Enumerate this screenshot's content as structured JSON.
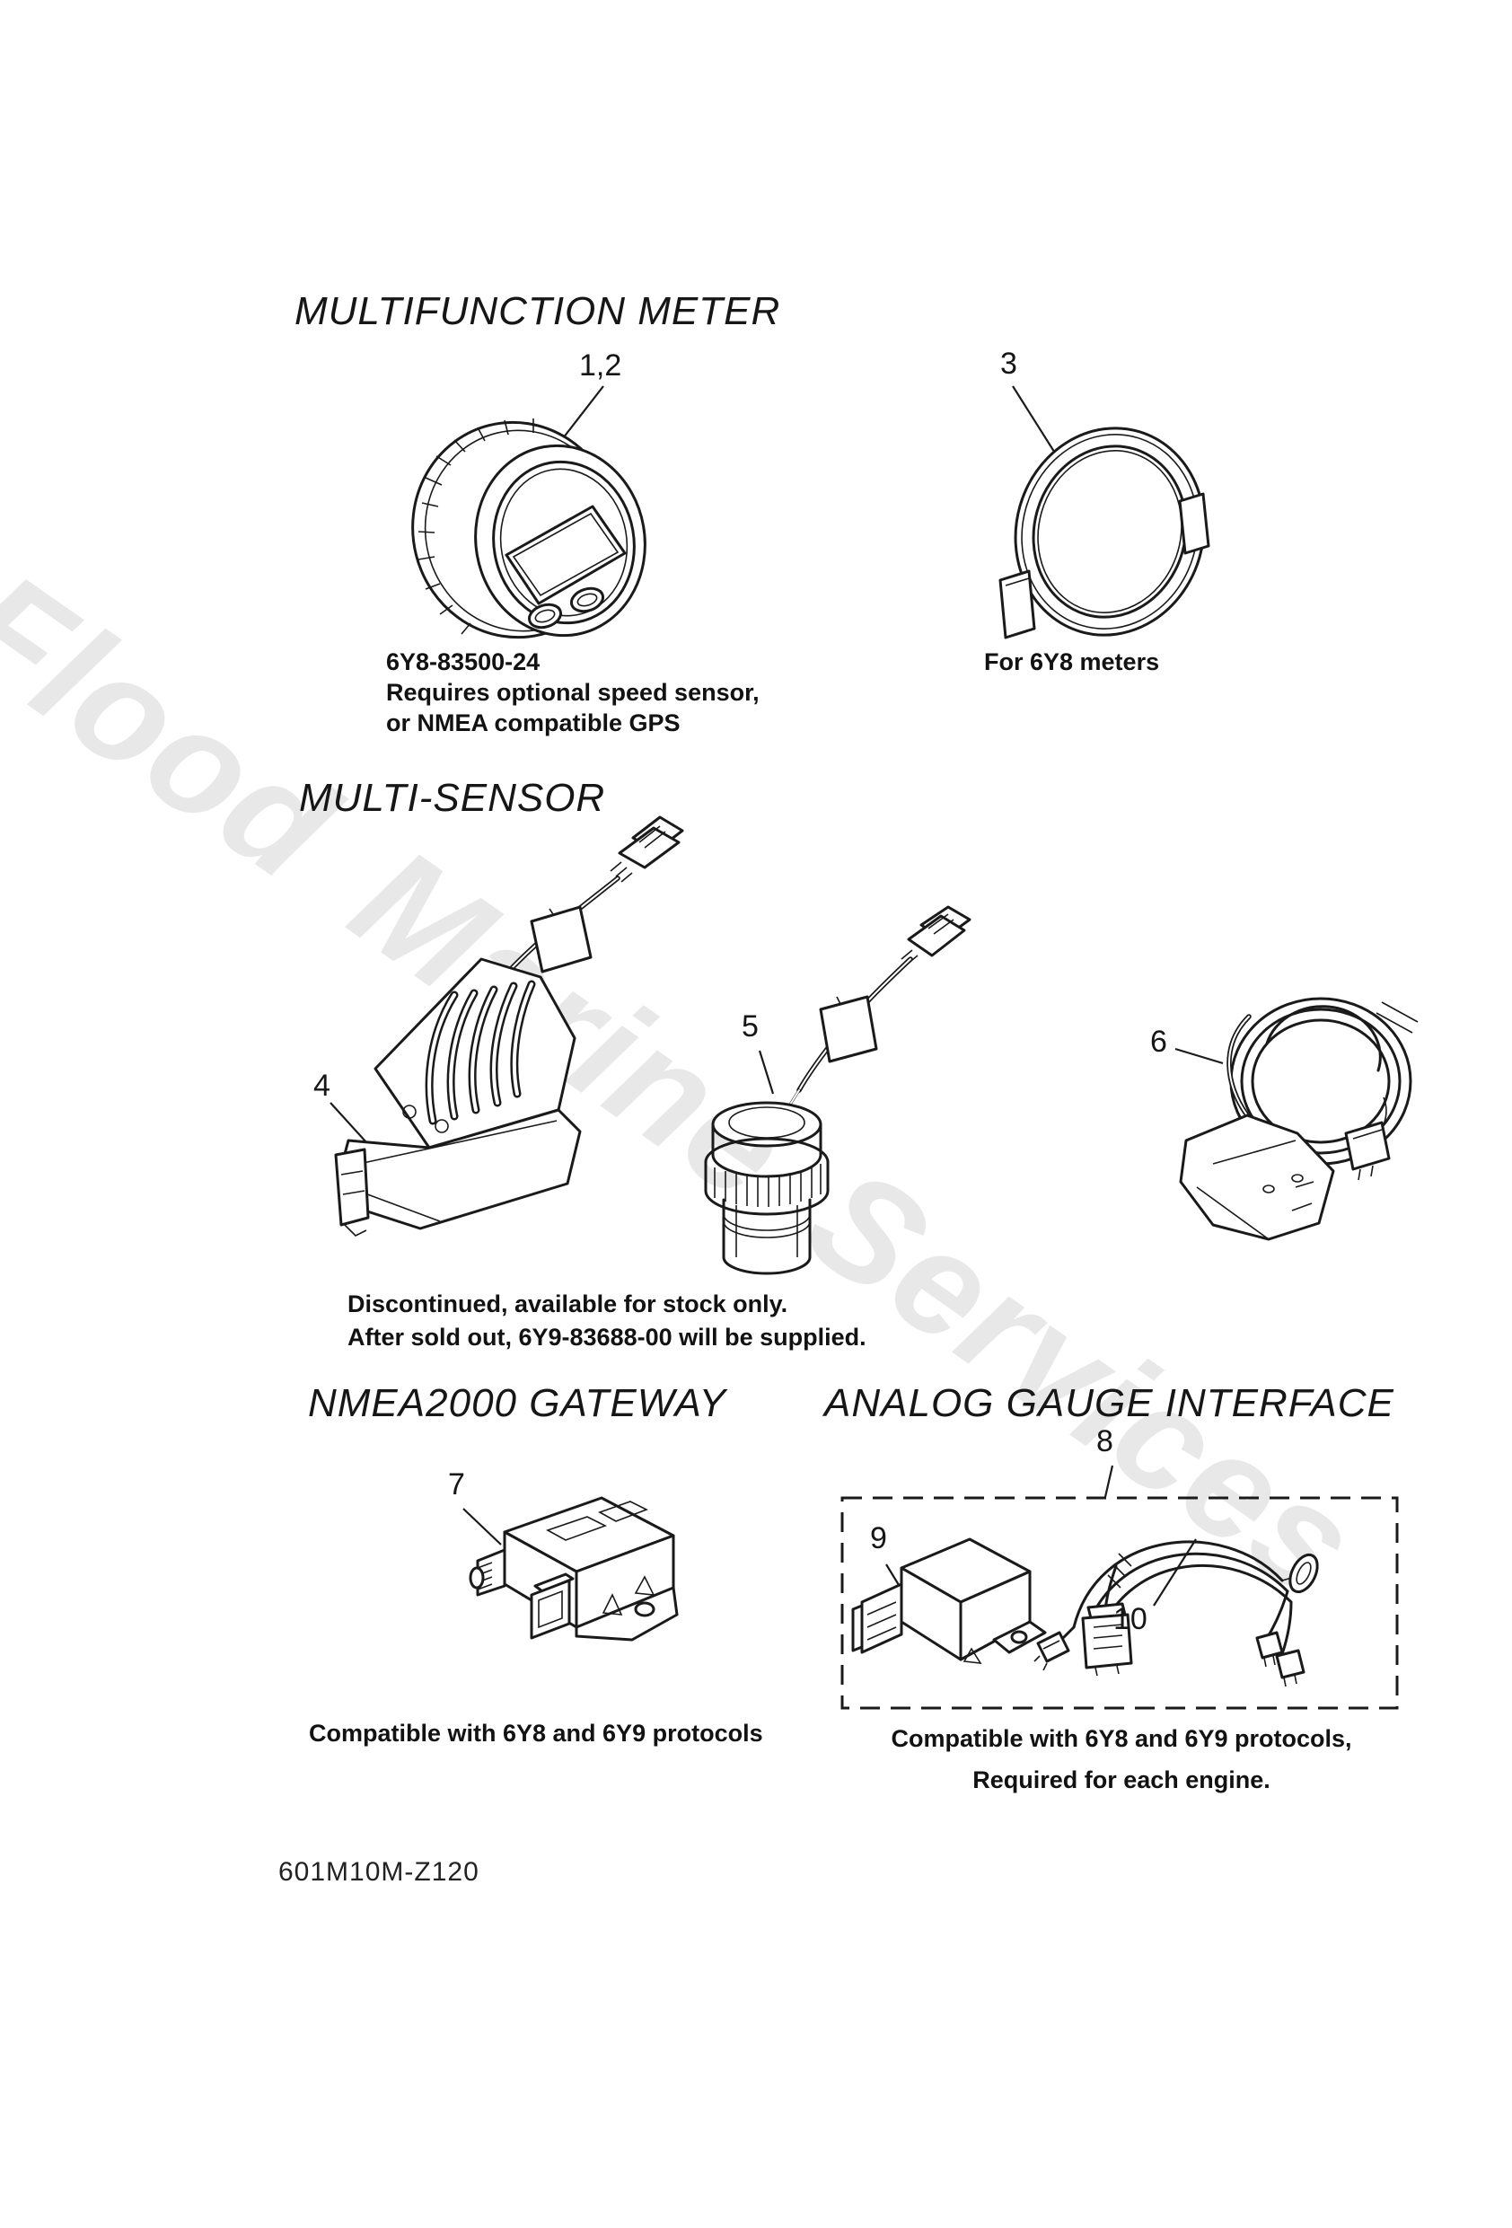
{
  "colors": {
    "ink": "#1a1a1a",
    "watermark": "#e8e8e8",
    "paper": "#ffffff"
  },
  "watermark": {
    "text": "Flood Marine Services"
  },
  "footer": {
    "code": "601M10M-Z120"
  },
  "sections": {
    "multifunction_meter": {
      "title": "MULTIFUNCTION METER",
      "meter": {
        "ref": "1,2",
        "part_number": "6Y8-83500-24",
        "note_line1": "Requires optional speed sensor,",
        "note_line2": "or NMEA compatible GPS"
      },
      "bezel": {
        "ref": "3",
        "caption": "For 6Y8 meters"
      }
    },
    "multi_sensor": {
      "title": "MULTI-SENSOR",
      "paddle_sensor_ref": "4",
      "speed_sensor_ref": "5",
      "transducer_ref": "6",
      "note_line1": "Discontinued, available for stock only.",
      "note_line2": "After sold out, 6Y9-83688-00 will be supplied."
    },
    "nmea2000_gateway": {
      "title": "NMEA2000 GATEWAY",
      "gateway_ref": "7",
      "caption": "Compatible with 6Y8 and 6Y9 protocols"
    },
    "analog_gauge_interface": {
      "title": "ANALOG GAUGE INTERFACE",
      "kit_ref": "8",
      "module_ref": "9",
      "harness_ref": "10",
      "caption_line1": "Compatible with 6Y8 and 6Y9 protocols,",
      "caption_line2": "Required for each engine."
    }
  }
}
